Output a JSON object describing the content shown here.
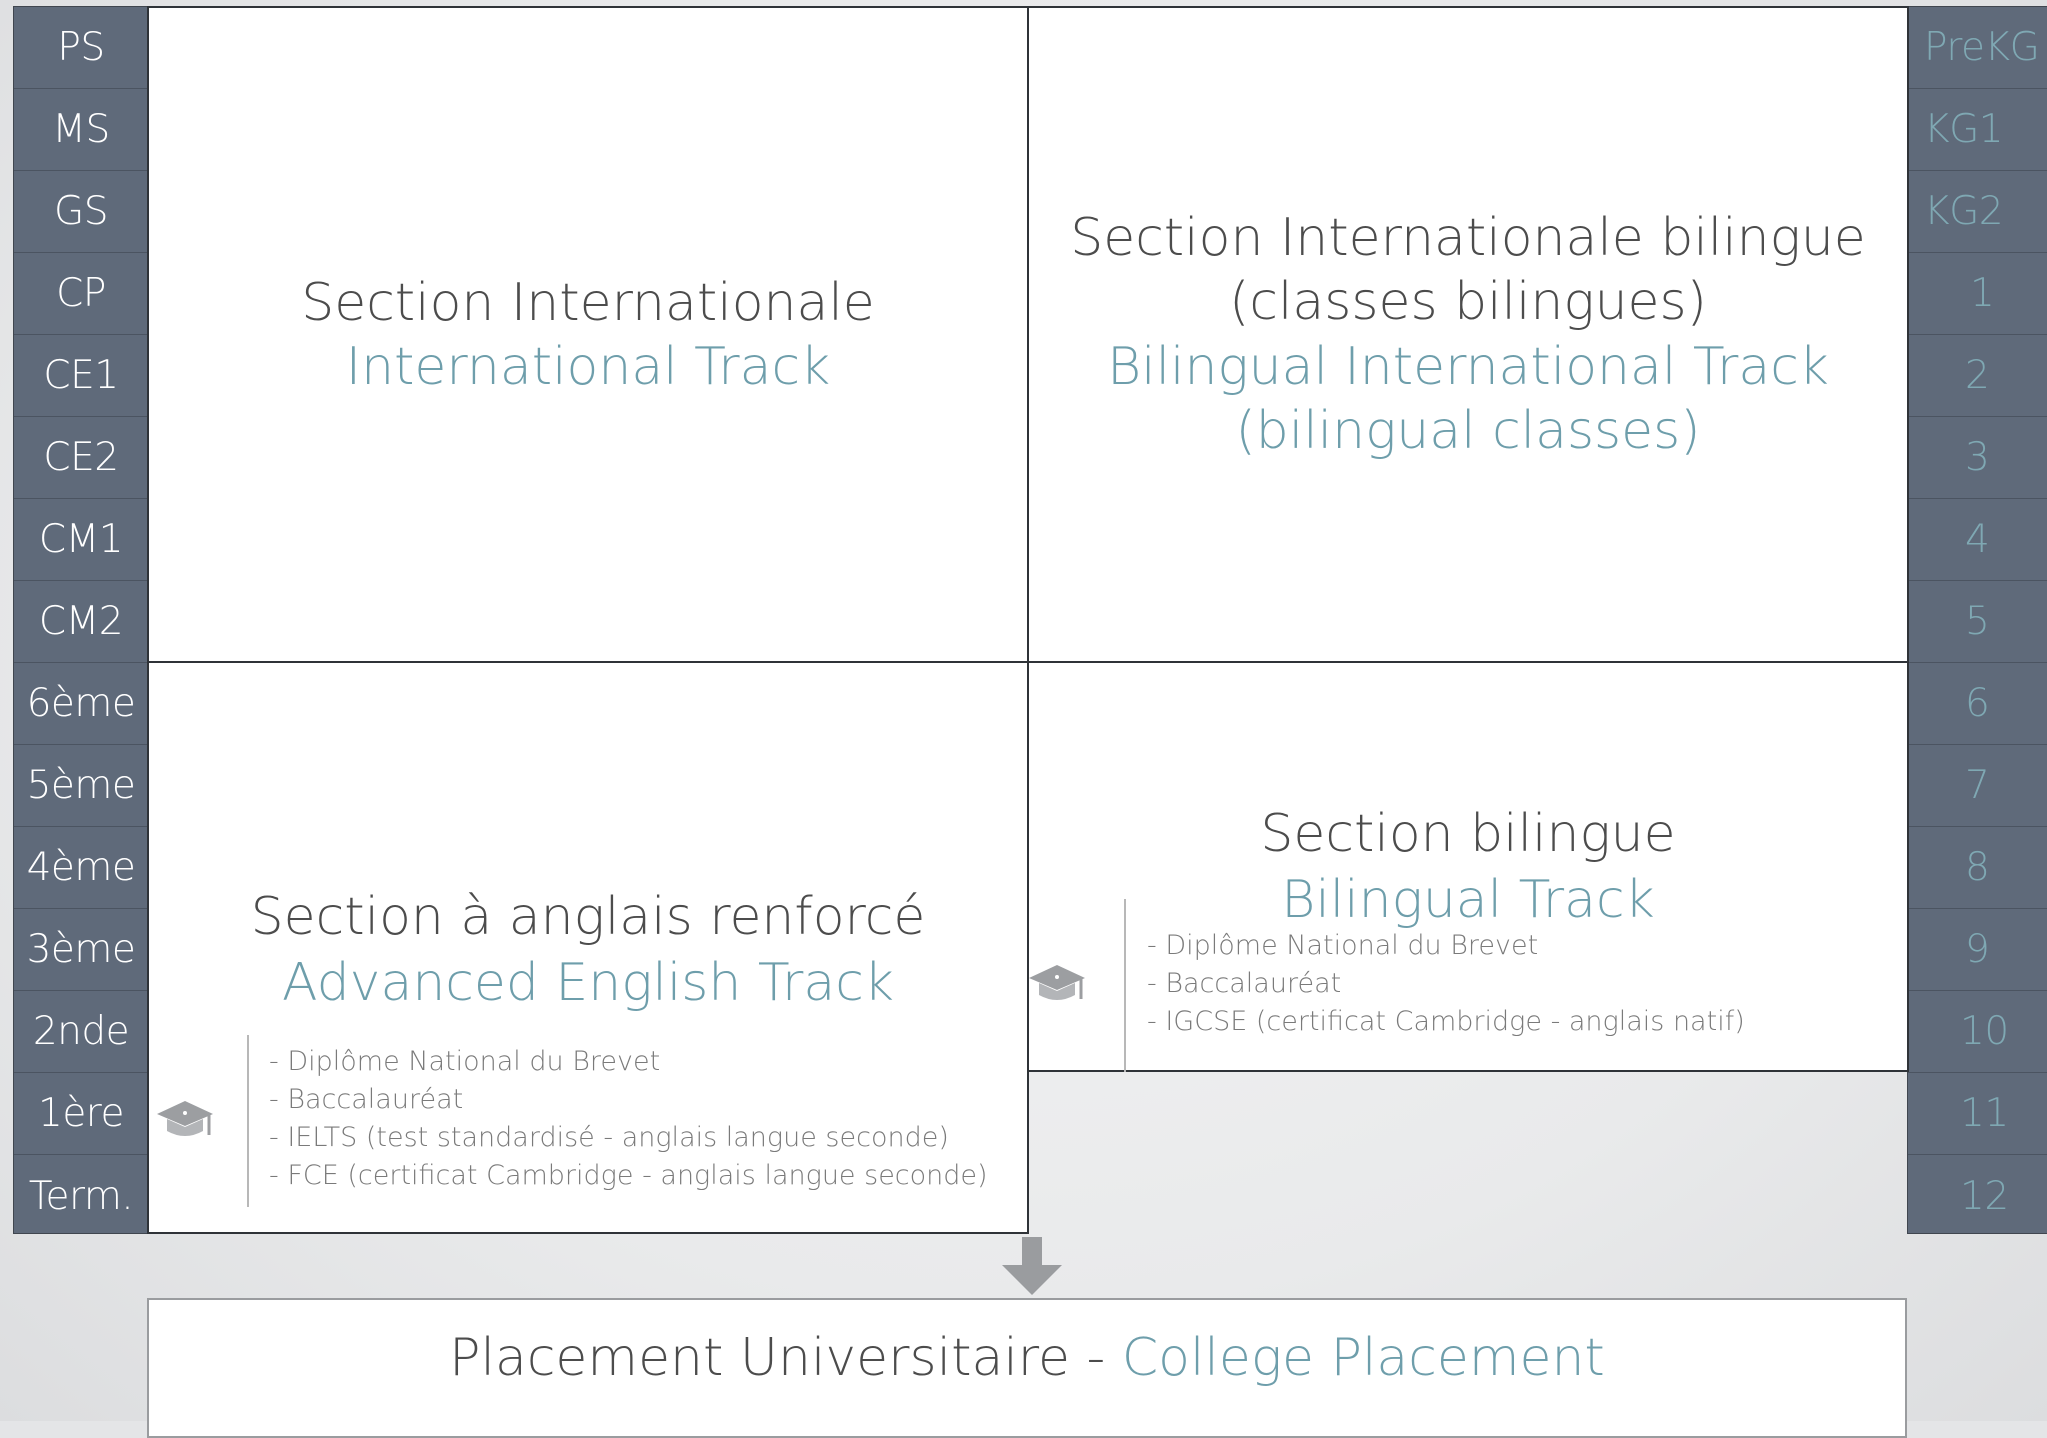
{
  "left_grades": [
    "PS",
    "MS",
    "GS",
    "CP",
    "CE1",
    "CE2",
    "CM1",
    "CM2",
    "6ème",
    "5ème",
    "4ème",
    "3ème",
    "2nde",
    "1ère",
    "Term."
  ],
  "right_grades": [
    "PreKG",
    "KG1",
    "KG2",
    "1",
    "2",
    "3",
    "4",
    "5",
    "6",
    "7",
    "8",
    "9",
    "10",
    "11",
    "12"
  ],
  "sections": {
    "international": {
      "title_fr": "Section Internationale",
      "title_en": "International Track"
    },
    "international_bilingual": {
      "line1_fr": "Section Internationale bilingue",
      "line2_fr": "(classes bilingues)",
      "line1_en": "Bilingual International Track",
      "line2_en": "(bilingual classes)"
    },
    "advanced_english": {
      "title_fr": "Section à anglais renforcé",
      "title_en": "Advanced English Track",
      "diplomas": [
        "- Diplôme National du Brevet",
        "- Baccalauréat",
        "- IELTS (test standardisé - anglais langue seconde)",
        "- FCE (certificat Cambridge - anglais langue seconde)"
      ]
    },
    "bilingual": {
      "title_fr": "Section bilingue",
      "title_en": "Bilingual Track",
      "diplomas": [
        "- Diplôme National du Brevet",
        "- Baccalauréat",
        "- IGCSE (certificat Cambridge - anglais natif)"
      ]
    }
  },
  "college_placement": {
    "fr": "Placement Universitaire - ",
    "en": "College Placement"
  },
  "icons": {
    "diploma": "graduation-cap-icon",
    "flow": "arrow-down-icon"
  },
  "colors": {
    "column_bg": "#5f6a7a",
    "accent": "#6e9eab",
    "text": "#4c4c4c"
  }
}
